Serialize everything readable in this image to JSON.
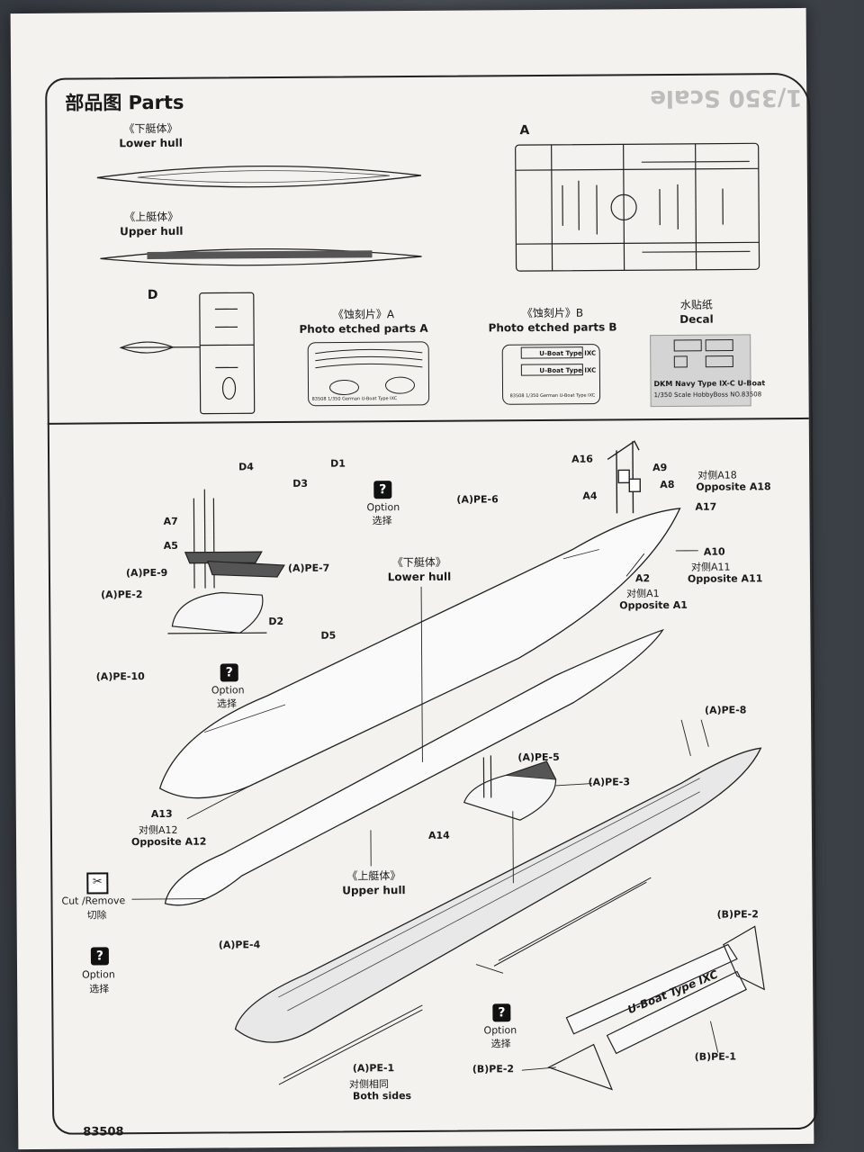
{
  "sheet": {
    "title": "部品图  Parts",
    "scale_watermark": "1/350 Scale",
    "part_number": "83508"
  },
  "parts": {
    "lower_hull_cn": "《下艇体》",
    "lower_hull_en": "Lower hull",
    "upper_hull_cn": "《上艇体》",
    "upper_hull_en": "Upper hull",
    "sprue_a": "A",
    "sprue_d": "D",
    "pe_a_cn": "《蚀刻片》A",
    "pe_a_en": "Photo etched parts A",
    "pe_b_cn": "《蚀刻片》B",
    "pe_b_en": "Photo etched parts B",
    "decal_cn": "水贴纸",
    "decal_en": "Decal",
    "decal_line1": "DKM Navy Type IX-C U-Boat",
    "decal_line2": "1/350 Scale      HobbyBoss NO.83508",
    "pe_plate_a": "83508  1/350 German U-Boat Type IXC",
    "pe_plate_b": "83508  1/350 German U-Boat Type IXC",
    "pe_b_plate1": "U-Boat  Type  IXC",
    "pe_b_plate2": "U-Boat  Type  IXC"
  },
  "assembly": {
    "d4": "D4",
    "d1": "D1",
    "d3": "D3",
    "option1": "Option",
    "option1_cn": "选择",
    "pe6": "(A)PE-6",
    "a16": "A16",
    "a9": "A9",
    "a8": "A8",
    "a4": "A4",
    "opp_a18_cn": "对侧A18",
    "opp_a18_en": "Opposite A18",
    "a17": "A17",
    "a7": "A7",
    "a5": "A5",
    "pe9": "(A)PE-9",
    "pe7": "(A)PE-7",
    "lower_hull_cn": "《下艇体》",
    "lower_hull_en": "Lower hull",
    "a10": "A10",
    "opp_a11_cn": "对侧A11",
    "opp_a11_en": "Opposite A11",
    "a2": "A2",
    "opp_a1_cn": "对侧A1",
    "opp_a1_en": "Opposite A1",
    "pe2": "(A)PE-2",
    "d2": "D2",
    "d5": "D5",
    "pe10": "(A)PE-10",
    "option2": "Option",
    "option2_cn": "选择",
    "pe8": "(A)PE-8",
    "pe5": "(A)PE-5",
    "pe3": "(A)PE-3",
    "a13": "A13",
    "opp_a12_cn": "对侧A12",
    "opp_a12_en": "Opposite A12",
    "a14": "A14",
    "upper_hull_cn": "《上艇体》",
    "upper_hull_en": "Upper hull",
    "cut_remove": "Cut /Remove",
    "cut_remove_cn": "切除",
    "pe4": "(A)PE-4",
    "option3": "Option",
    "option3_cn": "选择",
    "option4": "Option",
    "option4_cn": "选择",
    "bpe2_top": "(B)PE-2",
    "pe1": "(A)PE-1",
    "pe1_cn": "对侧相同",
    "pe1_en": "Both sides",
    "bpe2_bottom": "(B)PE-2",
    "bpe1": "(B)PE-1",
    "nameplate": "U-Boat Type IXC"
  }
}
